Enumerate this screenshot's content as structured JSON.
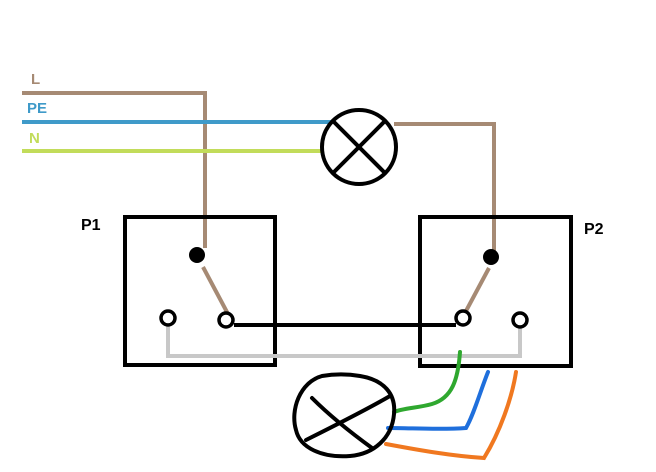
{
  "labels": {
    "line": "L",
    "earth": "PE",
    "neutral": "N",
    "switch_1": "P1",
    "switch_2": "P2"
  },
  "colors": {
    "line": "#a68a74",
    "earth": "#3f9ac9",
    "neutral": "#c2dc5a",
    "traveler_1": "#000000",
    "traveler_2": "#c8c8c8",
    "extra_green": "#2fa82f",
    "extra_blue": "#1f6fdc",
    "extra_orange": "#f07820",
    "outline": "#000000"
  },
  "icons": {
    "lamp": "lamp-symbol-icon",
    "second_lamp": "sketched-lamp-icon"
  }
}
